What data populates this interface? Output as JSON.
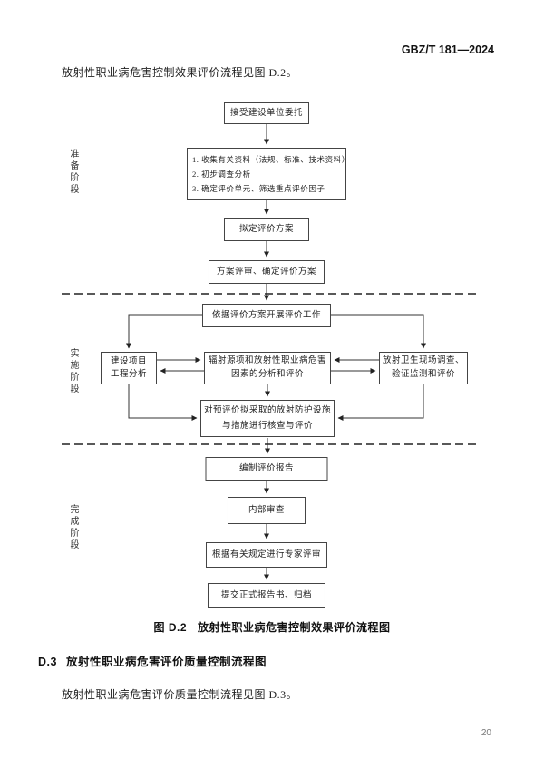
{
  "header": {
    "doc_code": "GBZ/T 181—2024"
  },
  "intro_paragraph": "放射性职业病危害控制效果评价流程见图 D.2。",
  "flowchart": {
    "phases": {
      "preparation": "准备阶段",
      "implementation": "实施阶段",
      "completion": "完成阶段"
    },
    "nodes": {
      "accept_commission": "接受建设单位委托",
      "collect_lines": [
        "1. 收集有关资料（法规、标准、技术资料）",
        "2. 初步调查分析",
        "3. 确定评价单元、筛选重点评价因子"
      ],
      "draft_plan": "拟定评价方案",
      "review_plan": "方案评审、确定评价方案",
      "carry_out": "依据评价方案开展评价工作",
      "project_analysis_lines": [
        "建设项目",
        "工程分析"
      ],
      "source_analysis": "辐射源项和放射性职业病危害因素的分析和评价",
      "site_survey": "放射卫生现场调查、验证监测和评价",
      "verify_protection": "对预评价拟采取的放射防护设施与措施进行核查与评价",
      "compile_report": "编制评价报告",
      "internal_review": "内部审查",
      "expert_review": "根据有关规定进行专家评审",
      "submit_archive": "提交正式报告书、归档"
    },
    "caption": {
      "number": "图 D.2",
      "title": "放射性职业病危害控制效果评价流程图"
    }
  },
  "section_d3": {
    "number": "D.3",
    "title": "放射性职业病危害评价质量控制流程图",
    "paragraph": "放射性职业病危害评价质量控制流程见图 D.3。"
  },
  "footer": {
    "page_number": "20"
  }
}
